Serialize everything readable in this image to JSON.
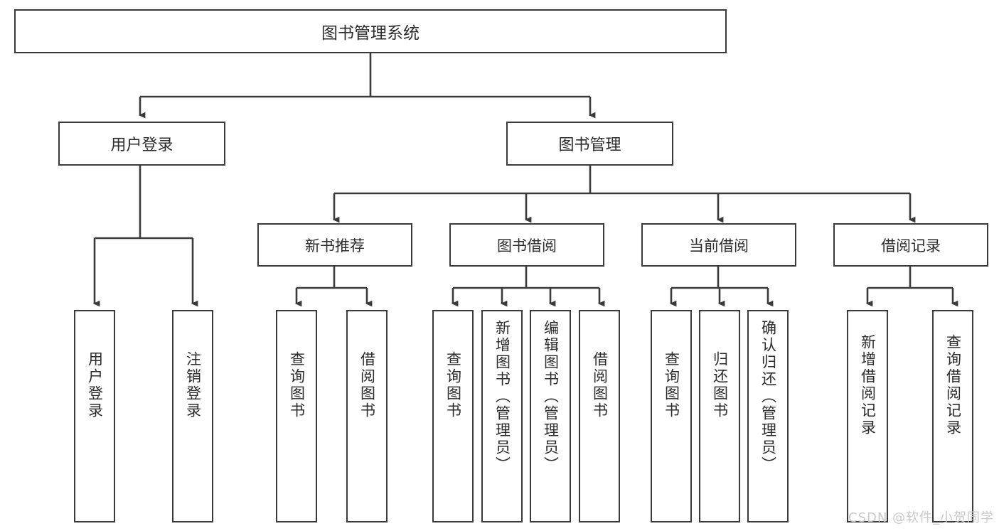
{
  "diagram": {
    "title": "图书管理系统",
    "type": "tree-hierarchy-diagram",
    "colors": {
      "stroke": "#3a3a3a",
      "text": "#2b2b2b",
      "background": "#ffffff",
      "watermark": "#c9c9c9"
    },
    "root": {
      "label": "图书管理系统"
    },
    "level2": [
      {
        "label": "用户登录"
      },
      {
        "label": "图书管理"
      }
    ],
    "level3": [
      {
        "label": "新书推荐"
      },
      {
        "label": "图书借阅"
      },
      {
        "label": "当前借阅"
      },
      {
        "label": "借阅记录"
      }
    ],
    "leaves": {
      "user_login": [
        {
          "label": "用户登录",
          "length": "short"
        },
        {
          "label": "注销登录",
          "length": "short"
        }
      ],
      "new_book_recommend": [
        {
          "label": "查询图书",
          "length": "short"
        },
        {
          "label": "借阅图书",
          "length": "short"
        }
      ],
      "book_borrow": [
        {
          "label": "查询图书",
          "length": "short"
        },
        {
          "label": "新增图书（管理员）",
          "length": "long"
        },
        {
          "label": "编辑图书（管理员）",
          "length": "long"
        },
        {
          "label": "借阅图书",
          "length": "short"
        }
      ],
      "current_borrow": [
        {
          "label": "查询图书",
          "length": "short"
        },
        {
          "label": "归还图书",
          "length": "short"
        },
        {
          "label": "确认归还（管理员）",
          "length": "long"
        }
      ],
      "borrow_record": [
        {
          "label": "新增借阅记录",
          "length": "medium"
        },
        {
          "label": "查询借阅记录",
          "length": "medium"
        }
      ]
    },
    "watermark": "CSDN @软件_小贺同学"
  }
}
